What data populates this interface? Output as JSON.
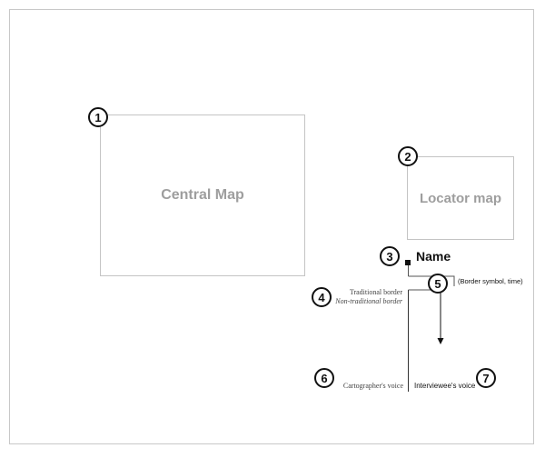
{
  "diagram": {
    "central_map_label": "Central Map",
    "locator_map_label": "Locator map",
    "markers": [
      "1",
      "2",
      "3",
      "4",
      "5",
      "6",
      "7"
    ],
    "name_label": "Name",
    "border_symbol_label": "(Border symbol, time)",
    "traditional_border_label": "Traditional border",
    "non_traditional_border_label": "Non-traditional border",
    "cartographer_voice_label": "Cartographer's voice",
    "interviewee_voice_label": "Interviewee's voice"
  }
}
